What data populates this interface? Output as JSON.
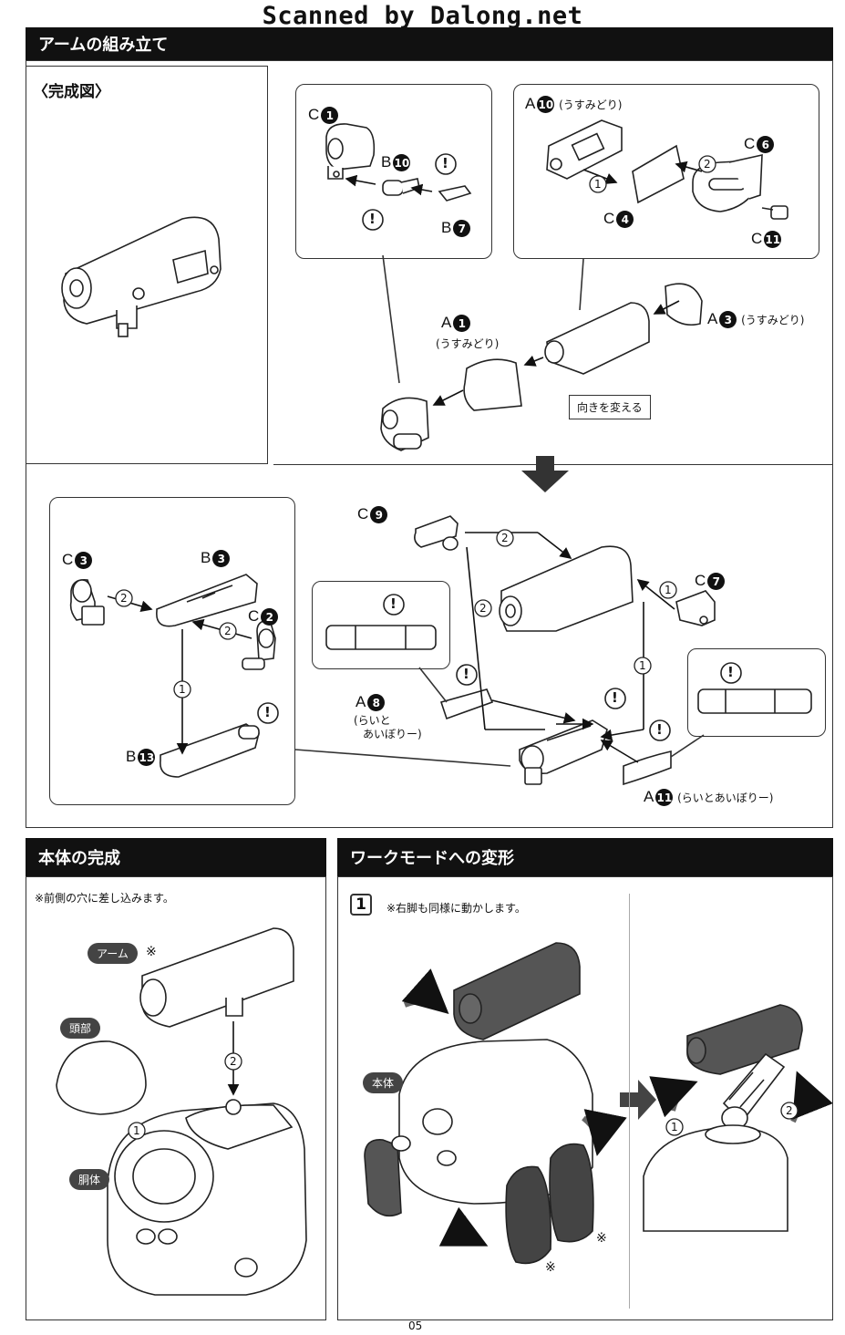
{
  "watermark": "Scanned by Dalong.net",
  "page_number": "05",
  "arm": {
    "title": "アームの組み立て",
    "completed": "〈完成図〉",
    "box1": {
      "c1": "C",
      "c1n": "1",
      "b10": "B",
      "b10n": "10",
      "b7": "B",
      "b7n": "7"
    },
    "box2": {
      "a10": "A",
      "a10n": "10",
      "a10note": "(うすみどり)",
      "c6": "C",
      "c6n": "6",
      "c4": "C",
      "c4n": "4",
      "c11": "C",
      "c11n": "11"
    },
    "a1": "A",
    "a1n": "1",
    "a1note": "(うすみどり)",
    "a3": "A",
    "a3n": "3",
    "a3note": "(うすみどり)",
    "change_dir": "向きを変える",
    "left_box": {
      "c3": "C",
      "c3n": "3",
      "b3": "B",
      "b3n": "3",
      "c2": "C",
      "c2n": "2",
      "b13": "B",
      "b13n": "13"
    },
    "c9": "C",
    "c9n": "9",
    "c7": "C",
    "c7n": "7",
    "a8": "A",
    "a8n": "8",
    "a8note1": "(らいと",
    "a8note2": "あいぼりー)",
    "a11": "A",
    "a11n": "11",
    "a11note": "(らいとあいぼりー)"
  },
  "body": {
    "title": "本体の完成",
    "note": "※前側の穴に差し込みます。",
    "arm_label": "アーム",
    "mark": "※",
    "head_label": "頭部",
    "torso_label": "胴体"
  },
  "work": {
    "title": "ワークモードへの変形",
    "step": "1",
    "note": "※右脚も同様に動かします。",
    "body_label": "本体",
    "mark": "※"
  },
  "steps": {
    "one": "1",
    "two": "2"
  },
  "warn": "!"
}
